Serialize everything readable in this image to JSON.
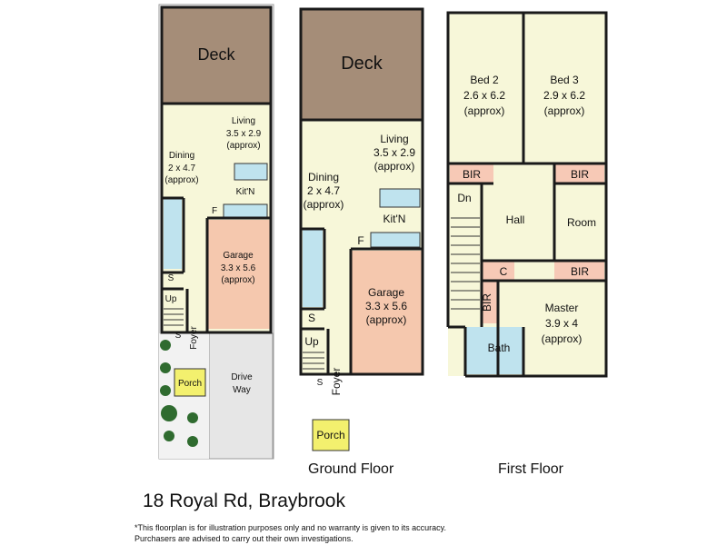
{
  "title": "18 Royal Rd, Braybrook",
  "disclaimer": [
    "*This floorplan is for illustration purposes only and no warranty is given to its accuracy.",
    "Purchasers are advised to carry out their own investigations."
  ],
  "floors": {
    "ground_floor_label": "Ground Floor",
    "first_floor_label": "First Floor"
  },
  "colors": {
    "deck": "#a58d78",
    "room": "#f7f7d9",
    "garage": "#f5c8ae",
    "porch": "#f3f06e",
    "bir": "#f7c9b6",
    "kitchen_bench": "#bfe3ee",
    "walls": "#1a1a1a",
    "driveway": "#e6e6e6"
  },
  "site_plan": {
    "deck": "Deck",
    "living": [
      "Living",
      "3.5 x 2.9",
      "(approx)"
    ],
    "dining": [
      "Dining",
      "2 x 4.7",
      "(approx)"
    ],
    "kitn": "Kit'N",
    "f": "F",
    "garage": [
      "Garage",
      "3.3 x 5.6",
      "(approx)"
    ],
    "s1": "S",
    "up": "Up",
    "s2": "S",
    "foyer": "Foyer",
    "porch": "Porch",
    "driveway": [
      "Drive",
      "Way"
    ]
  },
  "ground": {
    "deck": "Deck",
    "living": [
      "Living",
      "3.5 x 2.9",
      "(approx)"
    ],
    "dining": [
      "Dining",
      "2 x 4.7",
      "(approx)"
    ],
    "kitn": "Kit'N",
    "f": "F",
    "garage": [
      "Garage",
      "3.3 x 5.6",
      "(approx)"
    ],
    "s1": "S",
    "up": "Up",
    "s2": "S",
    "foyer": "Foyer",
    "porch": "Porch"
  },
  "first": {
    "bed2": [
      "Bed 2",
      "2.6 x 6.2",
      "(approx)"
    ],
    "bed3": [
      "Bed 3",
      "2.9 x 6.2",
      "(approx)"
    ],
    "bir1": "BIR",
    "bir2": "BIR",
    "bir3": "BIR",
    "bir4": "BIR",
    "dn": "Dn",
    "hall": "Hall",
    "room": "Room",
    "c": "C",
    "master": [
      "Master",
      "3.9 x 4",
      "(approx)"
    ],
    "bath": "Bath"
  }
}
